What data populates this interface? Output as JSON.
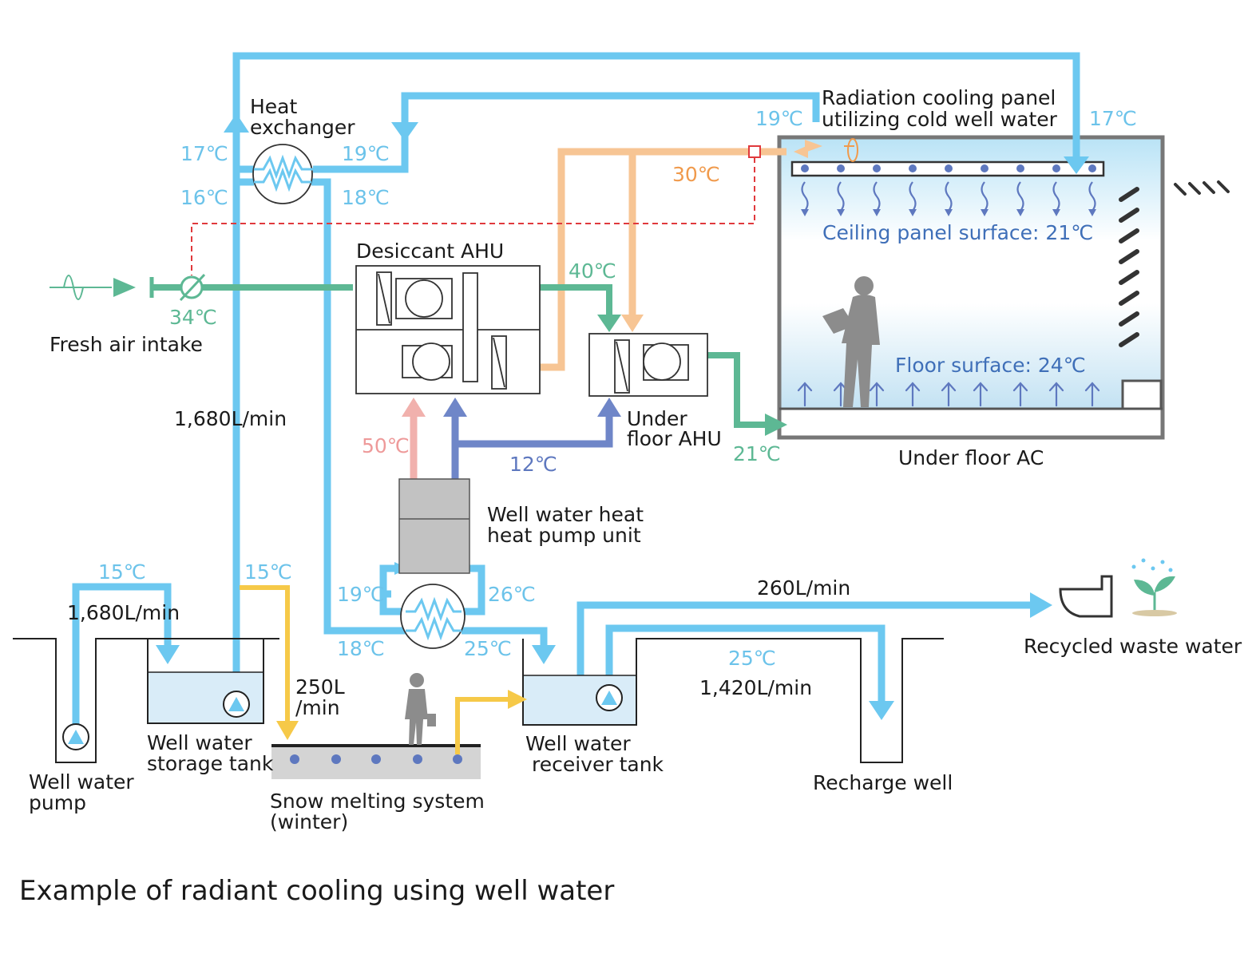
{
  "caption": "Example of radiant cooling using well water",
  "labels": {
    "heat_exchanger_1": "Heat",
    "heat_exchanger_2": "exchanger",
    "radiation_panel_1": "Radiation cooling panel",
    "radiation_panel_2": "utilizing cold well water",
    "ceiling_surface": "Ceiling panel surface: 21℃",
    "floor_surface": "Floor surface: 24℃",
    "under_floor_ac": "Under floor AC",
    "desiccant_ahu": "Desiccant AHU",
    "under_floor_ahu_1": "Under",
    "under_floor_ahu_2": "floor AHU",
    "fresh_air_intake": "Fresh air intake",
    "heat_pump_1": "Well water heat",
    "heat_pump_2": "heat pump unit",
    "well_water_pump_1": "Well water",
    "well_water_pump_2": "pump",
    "storage_tank_1": "Well water",
    "storage_tank_2": "storage tank",
    "snow_melting_1": "Snow melting system",
    "snow_melting_2": "(winter)",
    "receiver_tank_1": "Well water",
    "receiver_tank_2": "receiver tank",
    "recharge_well": "Recharge well",
    "recycled_waste_water": "Recycled waste water"
  },
  "temperatures": {
    "hx_17": "17℃",
    "hx_16": "16℃",
    "hx_19": "19℃",
    "hx_18": "18℃",
    "panel_in_19": "19℃",
    "panel_17": "17℃",
    "exhaust_30": "30℃",
    "ahu_out_40": "40℃",
    "fresh_34": "34℃",
    "hot_50": "50℃",
    "cold_12": "12℃",
    "supply_21": "21℃",
    "well_15a": "15℃",
    "well_15b": "15℃",
    "hp_19": "19℃",
    "hp_26": "26℃",
    "hp_18": "18℃",
    "hp_25": "25℃",
    "recv_25": "25℃"
  },
  "flows": {
    "main_1680": "1,680L/min",
    "pump_1680": "1,680L/min",
    "snow_250_1": "250L",
    "snow_250_2": "/min",
    "recycled_260": "260L/min",
    "recharge_1420": "1,420L/min"
  },
  "colors": {
    "water": "#6cc8f0",
    "air_green": "#5db894",
    "exhaust_orange": "#f7c594",
    "hot_pink": "#f1b1ad",
    "cold_navy": "#6f86c8",
    "snow_yellow": "#f6c948",
    "control_red": "#e0393c"
  }
}
